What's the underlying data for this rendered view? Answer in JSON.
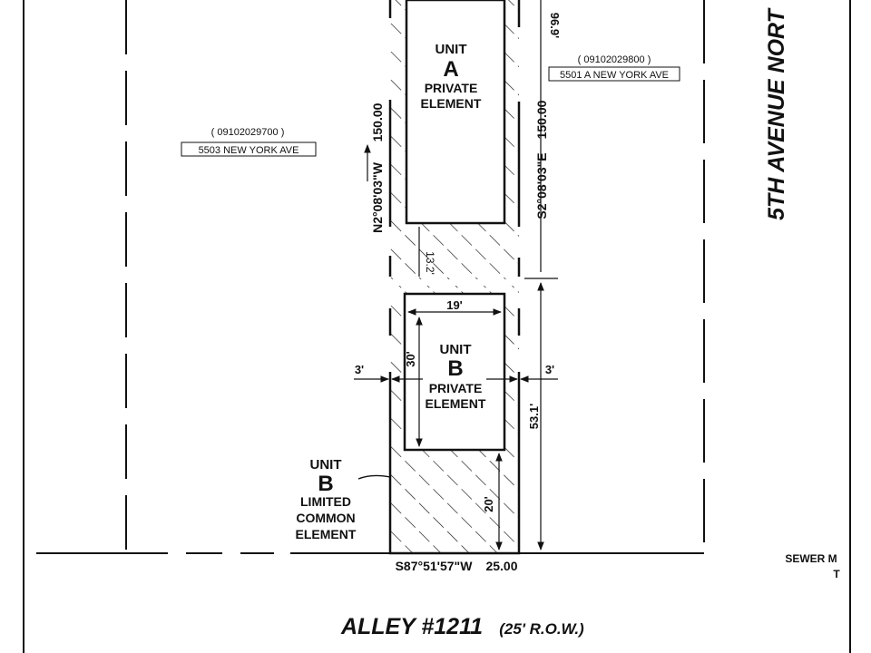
{
  "units": {
    "a": {
      "unit_label": "UNIT",
      "letter": "A",
      "line1": "PRIVATE",
      "line2": "ELEMENT"
    },
    "b": {
      "unit_label": "UNIT",
      "letter": "B",
      "line1": "PRIVATE",
      "line2": "ELEMENT"
    },
    "b_lce": {
      "unit_label": "UNIT",
      "letter": "B",
      "line1": "LIMITED",
      "line2": "COMMON",
      "line3": "ELEMENT"
    }
  },
  "parcels": {
    "west": {
      "id": "( 09102029700 )",
      "address": "5503 NEW YORK AVE"
    },
    "east": {
      "id": "( 09102029800 )",
      "address": "5501 A NEW YORK AVE"
    }
  },
  "bearings": {
    "west_side": "N2°08'03\"W",
    "west_len": "150.00",
    "east_side": "S2°08'03\"E",
    "east_len": "150.00",
    "south_side": "S87°51'57\"W",
    "south_len": "25.00"
  },
  "dimensions": {
    "d_96": "96.9'",
    "d_13": "13.2'",
    "d_19": "19'",
    "d_30": "30'",
    "d_3_left": "3'",
    "d_3_right": "3'",
    "d_53": "53.1'",
    "d_20": "20'"
  },
  "street": "5TH AVENUE NORT",
  "sewer": {
    "line1": "SEWER M",
    "line2": "T"
  },
  "alley": {
    "name": "ALLEY #1211",
    "row": "(25' R.O.W.)"
  }
}
